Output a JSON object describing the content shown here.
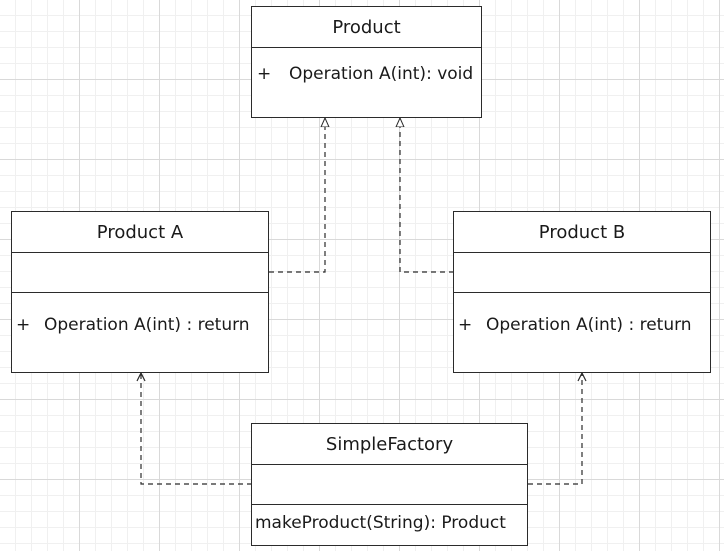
{
  "diagram": {
    "classes": {
      "product": {
        "name": "Product",
        "operations": [
          {
            "visibility": "+",
            "signature": "Operation A(int): void"
          }
        ]
      },
      "product_a": {
        "name": "Product A",
        "operations": [
          {
            "visibility": "+",
            "signature": "Operation A(int) : return"
          }
        ]
      },
      "product_b": {
        "name": "Product B",
        "operations": [
          {
            "visibility": "+",
            "signature": "Operation A(int) : return"
          }
        ]
      },
      "simple_factory": {
        "name": "SimpleFactory",
        "operations": [
          {
            "visibility": "",
            "signature": "makeProduct(String): Product"
          }
        ]
      }
    },
    "relations": [
      {
        "from": "Product A",
        "to": "Product",
        "kind": "realization"
      },
      {
        "from": "Product B",
        "to": "Product",
        "kind": "realization"
      },
      {
        "from": "SimpleFactory",
        "to": "Product A",
        "kind": "dependency"
      },
      {
        "from": "SimpleFactory",
        "to": "Product B",
        "kind": "dependency"
      }
    ],
    "colors": {
      "line": "#2b2b2b",
      "grid": "#d9d9d9",
      "background": "#ffffff"
    }
  }
}
